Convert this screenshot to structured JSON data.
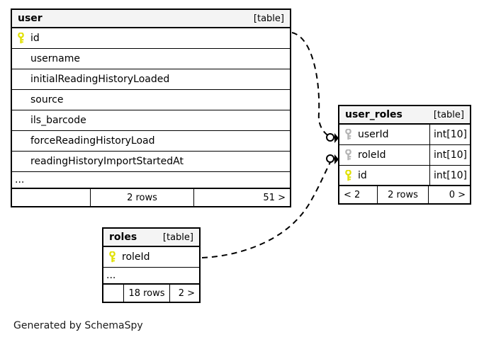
{
  "diagram": {
    "caption": "Generated by SchemaSpy",
    "kind_label": "[table]",
    "ellipsis": "...",
    "key_icon_pk": "key-icon",
    "key_icon_fk": "key-icon",
    "pk_color": "#e8e800",
    "fk_color": "#b3b3b3",
    "line_color": "#000000",
    "header_bg": "#f4f4f4"
  },
  "tables": {
    "user": {
      "name": "user",
      "kind": "[table]",
      "columns": [
        {
          "name": "id",
          "key": "primary",
          "type": ""
        },
        {
          "name": "username",
          "key": "none",
          "type": ""
        },
        {
          "name": "initialReadingHistoryLoaded",
          "key": "none",
          "type": ""
        },
        {
          "name": "source",
          "key": "none",
          "type": ""
        },
        {
          "name": "ils_barcode",
          "key": "none",
          "type": ""
        },
        {
          "name": "forceReadingHistoryLoad",
          "key": "none",
          "type": ""
        },
        {
          "name": "readingHistoryImportStartedAt",
          "key": "none",
          "type": ""
        }
      ],
      "more_indicator": "...",
      "footer": {
        "left": "",
        "middle": "2 rows",
        "right": "51 >"
      }
    },
    "user_roles": {
      "name": "user_roles",
      "kind": "[table]",
      "columns": [
        {
          "name": "userId",
          "key": "foreign",
          "type": "int[10]"
        },
        {
          "name": "roleId",
          "key": "foreign",
          "type": "int[10]"
        },
        {
          "name": "id",
          "key": "primary",
          "type": "int[10]"
        }
      ],
      "footer": {
        "left": "< 2",
        "middle": "2 rows",
        "right": "0 >"
      }
    },
    "roles": {
      "name": "roles",
      "kind": "[table]",
      "columns": [
        {
          "name": "roleId",
          "key": "primary",
          "type": ""
        }
      ],
      "more_indicator": "...",
      "footer": {
        "left": "",
        "middle": "18 rows",
        "right": "2 >"
      }
    }
  },
  "relationships": [
    {
      "name": "user-id-to-user_roles-userId",
      "from_table": "user",
      "from_column": "id",
      "to_table": "user_roles",
      "to_column": "userId",
      "style": "dashed",
      "end_marker": "crows-foot-optional"
    },
    {
      "name": "roles-roleId-to-user_roles-roleId",
      "from_table": "roles",
      "from_column": "roleId",
      "to_table": "user_roles",
      "to_column": "roleId",
      "style": "dashed",
      "end_marker": "crows-foot-optional"
    }
  ]
}
